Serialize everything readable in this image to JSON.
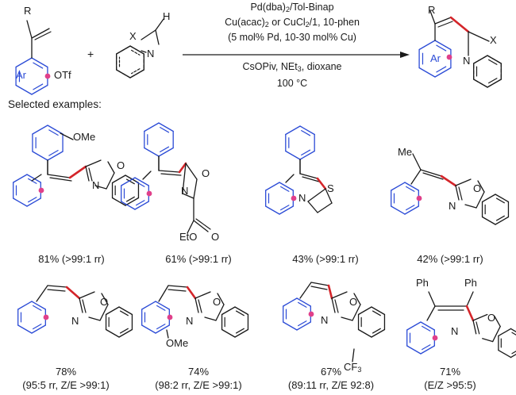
{
  "reagents": {
    "catalyst_1": "Pd(dba)",
    "catalyst_1_sub": "2",
    "catalyst_1_suffix": "/Tol-Binap",
    "cu_1": "Cu(acac)",
    "cu_1_sub": "2",
    "cu_mid": " or CuCl",
    "cu_2_sub": "2",
    "cu_suffix": "/1, 10-phen",
    "loading": "(5 mol% Pd, 10-30 mol% Cu)",
    "base_1": "CsOPiv, NEt",
    "base_sub": "3",
    "base_2": ", dioxane",
    "temperature": "100 °C"
  },
  "plus_sign": "+",
  "substrate_labels": {
    "r": "R",
    "ar": "Ar",
    "otf": "OTf",
    "x": "X",
    "n": "N",
    "h": "H"
  },
  "product_labels": {
    "r": "R",
    "ar": "Ar",
    "n": "N",
    "x": "X"
  },
  "section_title": "Selected examples:",
  "atom_labels": {
    "ome": "OMe",
    "me": "Me",
    "ph": "Ph",
    "eto": "EtO",
    "o": "O",
    "n": "N",
    "s": "S",
    "cf3": "CF",
    "cf3_sub": "3"
  },
  "examples": [
    {
      "line1": "81% (>99:1 rr)",
      "line2": ""
    },
    {
      "line1": "61% (>99:1 rr)",
      "line2": ""
    },
    {
      "line1": "43% (>99:1 rr)",
      "line2": ""
    },
    {
      "line1": "42% (>99:1 rr)",
      "line2": ""
    },
    {
      "line1": "78%",
      "line2": "(95:5 rr, Z/E >99:1)"
    },
    {
      "line1": "74%",
      "line2": "(98:2 rr, Z/E >99:1)"
    },
    {
      "line1": "67%",
      "line2": "(89:11 rr, Z/E 92:8)"
    },
    {
      "line1": "71%",
      "line2": "(E/Z >95:5)"
    }
  ],
  "colors": {
    "bond": "#1a1a1a",
    "aryl": "#2b4bd6",
    "new_bond": "#d4252a",
    "site_dot": "#e0408a"
  }
}
